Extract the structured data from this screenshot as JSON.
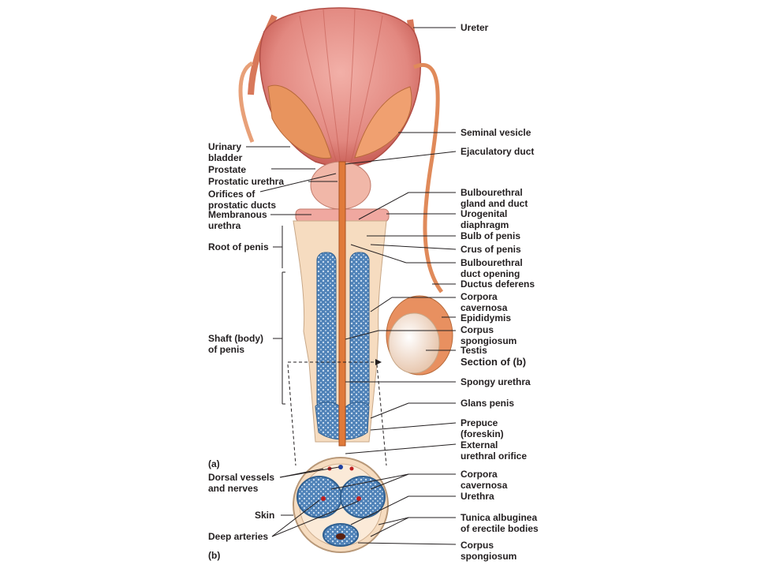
{
  "panels": {
    "a": "(a)",
    "b": "(b)"
  },
  "left_labels": {
    "urinary_bladder": "Urinary\nbladder",
    "prostate": "Prostate",
    "prostatic_urethra": "Prostatic urethra",
    "orifices": "Orifices of\nprostatic ducts",
    "membranous_urethra": "Membranous\nurethra",
    "root_of_penis": "Root of penis",
    "shaft": "Shaft (body)\nof penis",
    "dorsal_vessels": "Dorsal vessels\nand nerves",
    "skin": "Skin",
    "deep_arteries": "Deep arteries"
  },
  "right_labels": {
    "ureter": "Ureter",
    "seminal_vesicle": "Seminal vesicle",
    "ejaculatory_duct": "Ejaculatory duct",
    "bulbourethral_gland": "Bulbourethral\ngland and duct",
    "urogenital_diaphragm": "Urogenital\ndiaphragm",
    "bulb_of_penis": "Bulb of penis",
    "crus_of_penis": "Crus of penis",
    "bulbourethral_opening": "Bulbourethral\nduct opening",
    "ductus_deferens": "Ductus deferens",
    "corpora_cavernosa": "Corpora\ncavernosa",
    "epididymis": "Epididymis",
    "corpus_spongiosum": "Corpus\nspongiosum",
    "testis": "Testis",
    "section_of_b": "Section of (b)",
    "spongy_urethra": "Spongy urethra",
    "glans_penis": "Glans penis",
    "prepuce": "Prepuce\n(foreskin)",
    "external_orifice": "External\nurethral orifice",
    "corpora_cavernosa_b": "Corpora\ncavernosa",
    "urethra_b": "Urethra",
    "tunica": "Tunica albuginea\nof erectile bodies",
    "corpus_spongiosum_b": "Corpus\nspongiosum"
  },
  "colors": {
    "bladder": "#e8918a",
    "muscle_dark": "#c9584e",
    "seminal": "#f0a070",
    "erectile": "#6d9ac4",
    "skin": "#f6dcc0",
    "urethra": "#e07a3a",
    "line": "#231f20"
  }
}
